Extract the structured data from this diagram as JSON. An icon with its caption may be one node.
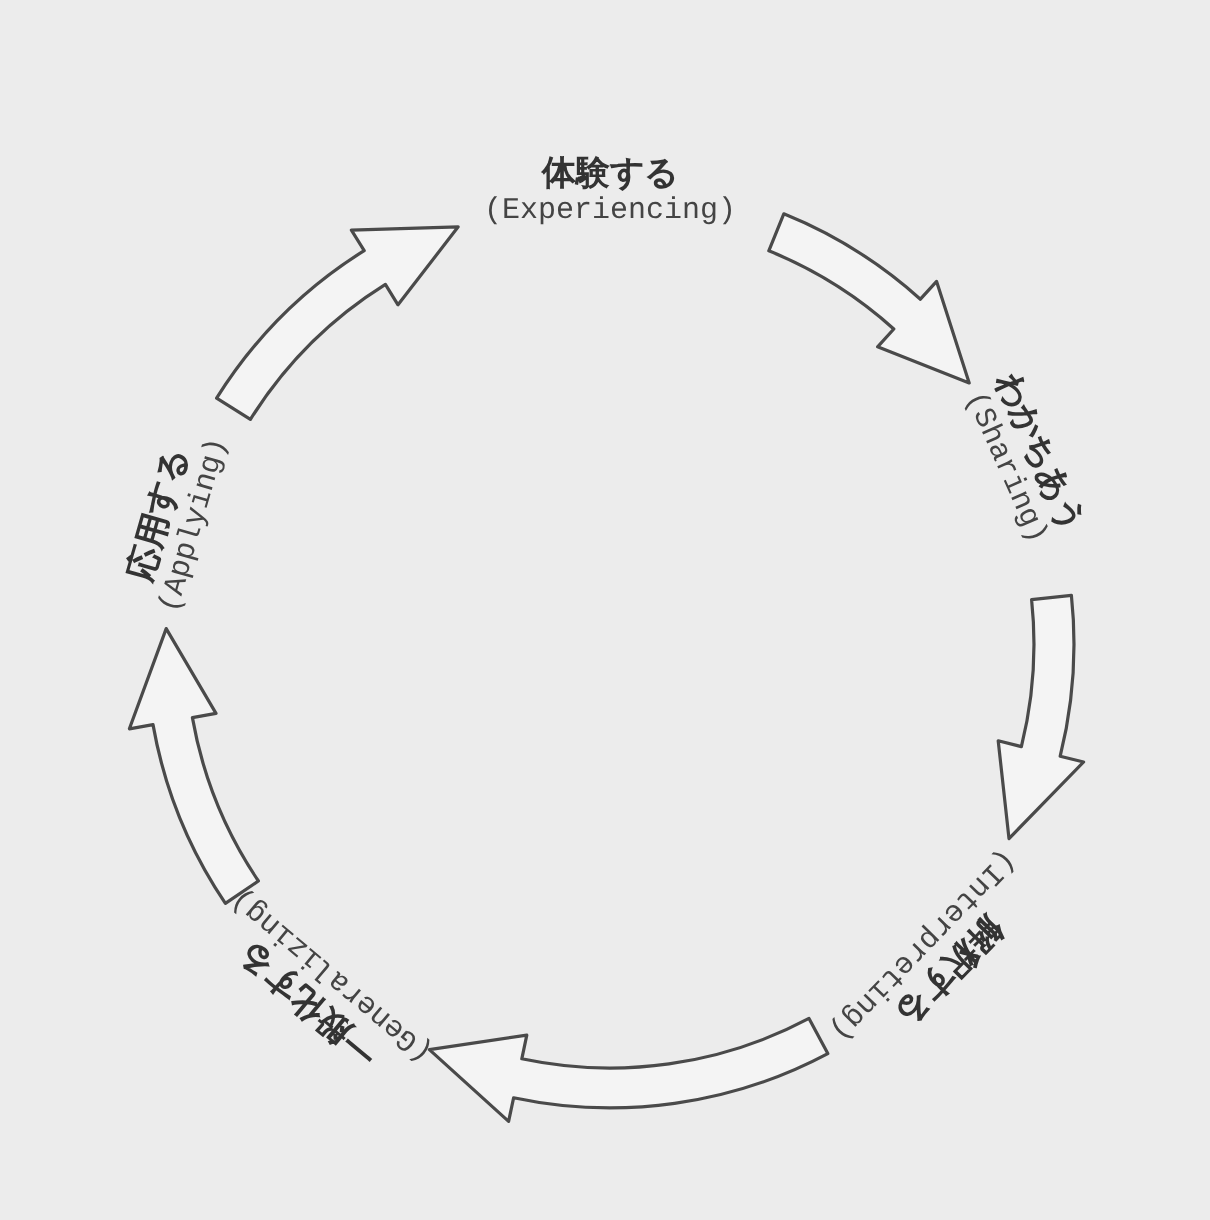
{
  "diagram": {
    "nodes": [
      {
        "text": [
          "体験する",
          "(Experiencing)"
        ]
      },
      {
        "text": [
          "わかちあう",
          "(Sharing)"
        ]
      },
      {
        "text": [
          "解釈する",
          "(Interpreting)"
        ]
      },
      {
        "text": [
          "一般化する",
          "(Generalizing)"
        ]
      },
      {
        "text": [
          "応用する",
          "(Applying)"
        ]
      }
    ],
    "edges": [
      {
        "from": 0,
        "to": 1,
        "arrow": "to"
      },
      {
        "from": 1,
        "to": 2,
        "arrow": "to"
      },
      {
        "from": 2,
        "to": 3,
        "arrow": "to"
      },
      {
        "from": 3,
        "to": 4,
        "arrow": "to"
      },
      {
        "from": 4,
        "to": 0,
        "arrow": "to"
      }
    ]
  }
}
